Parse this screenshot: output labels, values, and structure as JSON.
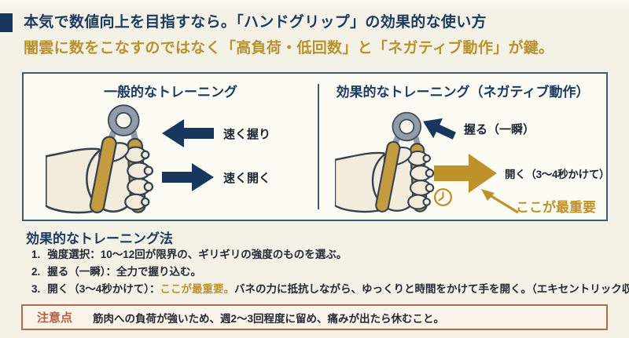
{
  "header": {
    "title": "本気で数値向上を目指すなら。「ハンドグリップ」の効果的な使い方",
    "subtitle": "闇雲に数をこなすのではなく「高負荷・低回数」と「ネガティブ動作」が鍵。"
  },
  "comparison": {
    "left": {
      "title": "一般的なトレーニング",
      "arrow1_label": "速く握り",
      "arrow2_label": "速く開く"
    },
    "right": {
      "title": "効果的なトレーニング（ネガティブ動作）",
      "arrow1_label": "握る（一瞬）",
      "arrow2_label": "開く（3～4秒かけて）",
      "callout": "ここが最重要"
    }
  },
  "method": {
    "heading": "効果的なトレーニング法",
    "items": [
      {
        "num": "1.",
        "pre": "強度選択：10～12回が限界の、ギリギリの強度のものを選ぶ。",
        "hl": "",
        "post": ""
      },
      {
        "num": "2.",
        "pre": "握る（一瞬）：全力で握り込む。",
        "hl": "",
        "post": ""
      },
      {
        "num": "3.",
        "pre": "開く（3～4秒かけて）：",
        "hl": "ここが最重要。",
        "post": "バネの力に抵抗しながら、ゆっくりと時間をかけて手を開く。（エキセントリック収縮）"
      }
    ]
  },
  "caution": {
    "label": "注意点",
    "text": "筋肉への負荷が強いため、週2～3回程度に留め、痛みが出たら休むこと。"
  },
  "icons": {
    "hand_gripper": "hand-gripper-illustration",
    "clock": "clock-icon",
    "block_arrow_left": "arrow-left-icon",
    "block_arrow_right": "arrow-right-icon",
    "callout_arrow": "callout-arrow-icon"
  },
  "colors": {
    "background": "#f4f1e7",
    "accent_navy": "#17375e",
    "title_navy": "#1b3a5f",
    "subtitle_gold": "#b8912b",
    "arrow_gold": "#bd9229",
    "box_border": "#44586e",
    "caution_red": "#b35f47",
    "handle_gold": "#c49b40",
    "skin": "#f3ecdc"
  }
}
